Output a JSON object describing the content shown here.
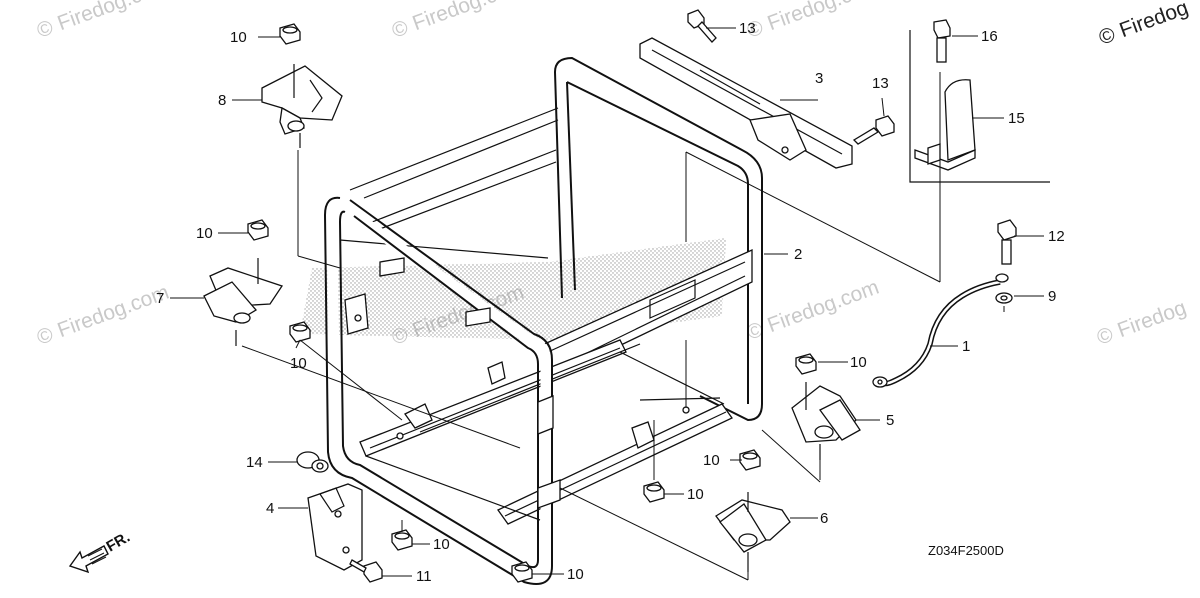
{
  "diagram": {
    "code": "Z034F2500D",
    "front_label": "FR.",
    "watermark": "Firedog.com",
    "watermark_short": "Firedog",
    "copyright_symbol": "©"
  },
  "callouts": {
    "c1": "1",
    "c2": "2",
    "c3": "3",
    "c4": "4",
    "c5": "5",
    "c6": "6",
    "c7": "7",
    "c8": "8",
    "c9": "9",
    "c10a": "10",
    "c10b": "10",
    "c10c": "10",
    "c10d": "10",
    "c10e": "10",
    "c10f": "10",
    "c10g": "10",
    "c10h": "10",
    "c11": "11",
    "c12": "12",
    "c13a": "13",
    "c13b": "13",
    "c14": "14",
    "c15": "15",
    "c16": "16"
  }
}
